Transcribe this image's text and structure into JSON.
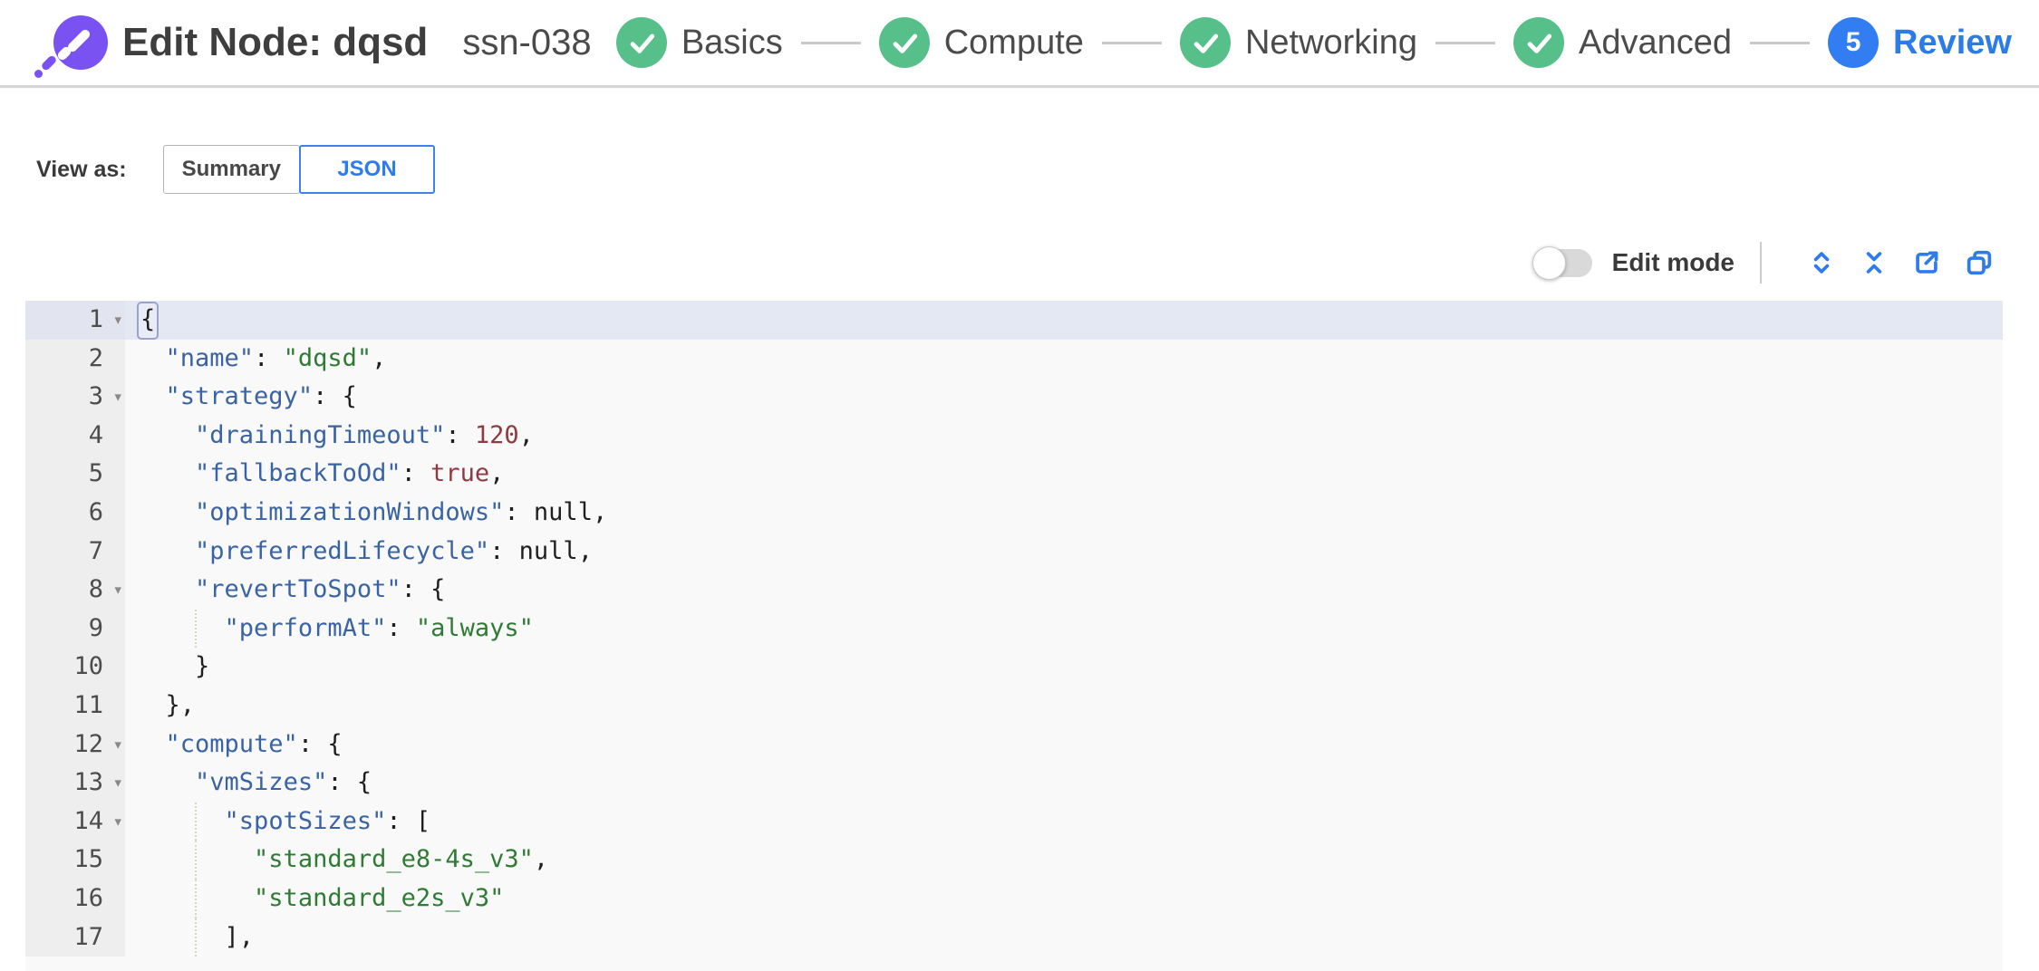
{
  "header": {
    "title": "Edit Node: dqsd",
    "subtitle": "ssn-038",
    "logo": "spot-logo",
    "steps": [
      {
        "label": "Basics",
        "state": "complete",
        "icon": "check-icon"
      },
      {
        "label": "Compute",
        "state": "complete",
        "icon": "check-icon"
      },
      {
        "label": "Networking",
        "state": "complete",
        "icon": "check-icon"
      },
      {
        "label": "Advanced",
        "state": "complete",
        "icon": "check-icon"
      },
      {
        "label": "Review",
        "state": "current",
        "number": "5"
      }
    ]
  },
  "view_as": {
    "label": "View as:",
    "options": [
      {
        "label": "Summary",
        "selected": false
      },
      {
        "label": "JSON",
        "selected": true
      }
    ]
  },
  "toolbar": {
    "edit_mode_label": "Edit mode",
    "edit_mode_on": false,
    "icons": [
      "expand-all-icon",
      "collapse-all-icon",
      "export-icon",
      "copy-icon"
    ],
    "fold_icon": "▾"
  },
  "colors": {
    "brand_purple": "#7b52f2",
    "step_complete_green": "#57bf89",
    "accent_blue": "#2e7bf0",
    "editor_bg": "#f9f9f9",
    "gutter_bg": "#eeeeee",
    "active_line_bg": "#e4e8f3",
    "json_key": "#3a63a3",
    "json_string": "#2e7b34",
    "json_number": "#8e3a41"
  },
  "editor": {
    "lines": [
      {
        "n": 1,
        "fold": true,
        "active": true,
        "tokens": [
          {
            "c": "p",
            "t": "{",
            "box": true
          }
        ]
      },
      {
        "n": 2,
        "tokens": [
          {
            "c": "p",
            "t": "  "
          },
          {
            "c": "k",
            "t": "\"name\""
          },
          {
            "c": "p",
            "t": ": "
          },
          {
            "c": "s",
            "t": "\"dqsd\""
          },
          {
            "c": "p",
            "t": ","
          }
        ]
      },
      {
        "n": 3,
        "fold": true,
        "tokens": [
          {
            "c": "p",
            "t": "  "
          },
          {
            "c": "k",
            "t": "\"strategy\""
          },
          {
            "c": "p",
            "t": ": {"
          }
        ]
      },
      {
        "n": 4,
        "tokens": [
          {
            "c": "p",
            "t": "    "
          },
          {
            "c": "k",
            "t": "\"drainingTimeout\""
          },
          {
            "c": "p",
            "t": ": "
          },
          {
            "c": "n",
            "t": "120"
          },
          {
            "c": "p",
            "t": ","
          }
        ]
      },
      {
        "n": 5,
        "tokens": [
          {
            "c": "p",
            "t": "    "
          },
          {
            "c": "k",
            "t": "\"fallbackToOd\""
          },
          {
            "c": "p",
            "t": ": "
          },
          {
            "c": "b",
            "t": "true"
          },
          {
            "c": "p",
            "t": ","
          }
        ]
      },
      {
        "n": 6,
        "tokens": [
          {
            "c": "p",
            "t": "    "
          },
          {
            "c": "k",
            "t": "\"optimizationWindows\""
          },
          {
            "c": "p",
            "t": ": "
          },
          {
            "c": "u",
            "t": "null"
          },
          {
            "c": "p",
            "t": ","
          }
        ]
      },
      {
        "n": 7,
        "tokens": [
          {
            "c": "p",
            "t": "    "
          },
          {
            "c": "k",
            "t": "\"preferredLifecycle\""
          },
          {
            "c": "p",
            "t": ": "
          },
          {
            "c": "u",
            "t": "null"
          },
          {
            "c": "p",
            "t": ","
          }
        ]
      },
      {
        "n": 8,
        "fold": true,
        "tokens": [
          {
            "c": "p",
            "t": "    "
          },
          {
            "c": "k",
            "t": "\"revertToSpot\""
          },
          {
            "c": "p",
            "t": ": {"
          }
        ]
      },
      {
        "n": 9,
        "guide": true,
        "tokens": [
          {
            "c": "p",
            "t": "      "
          },
          {
            "c": "k",
            "t": "\"performAt\""
          },
          {
            "c": "p",
            "t": ": "
          },
          {
            "c": "s",
            "t": "\"always\""
          }
        ]
      },
      {
        "n": 10,
        "tokens": [
          {
            "c": "p",
            "t": "    }"
          }
        ]
      },
      {
        "n": 11,
        "tokens": [
          {
            "c": "p",
            "t": "  },"
          }
        ]
      },
      {
        "n": 12,
        "fold": true,
        "tokens": [
          {
            "c": "p",
            "t": "  "
          },
          {
            "c": "k",
            "t": "\"compute\""
          },
          {
            "c": "p",
            "t": ": {"
          }
        ]
      },
      {
        "n": 13,
        "fold": true,
        "tokens": [
          {
            "c": "p",
            "t": "    "
          },
          {
            "c": "k",
            "t": "\"vmSizes\""
          },
          {
            "c": "p",
            "t": ": {"
          }
        ]
      },
      {
        "n": 14,
        "fold": true,
        "guide": true,
        "tokens": [
          {
            "c": "p",
            "t": "      "
          },
          {
            "c": "k",
            "t": "\"spotSizes\""
          },
          {
            "c": "p",
            "t": ": ["
          }
        ]
      },
      {
        "n": 15,
        "guide": true,
        "tokens": [
          {
            "c": "p",
            "t": "        "
          },
          {
            "c": "s",
            "t": "\"standard_e8-4s_v3\""
          },
          {
            "c": "p",
            "t": ","
          }
        ]
      },
      {
        "n": 16,
        "guide": true,
        "tokens": [
          {
            "c": "p",
            "t": "        "
          },
          {
            "c": "s",
            "t": "\"standard_e2s_v3\""
          }
        ]
      },
      {
        "n": 17,
        "guide": true,
        "tokens": [
          {
            "c": "p",
            "t": "      ],"
          }
        ]
      }
    ]
  }
}
